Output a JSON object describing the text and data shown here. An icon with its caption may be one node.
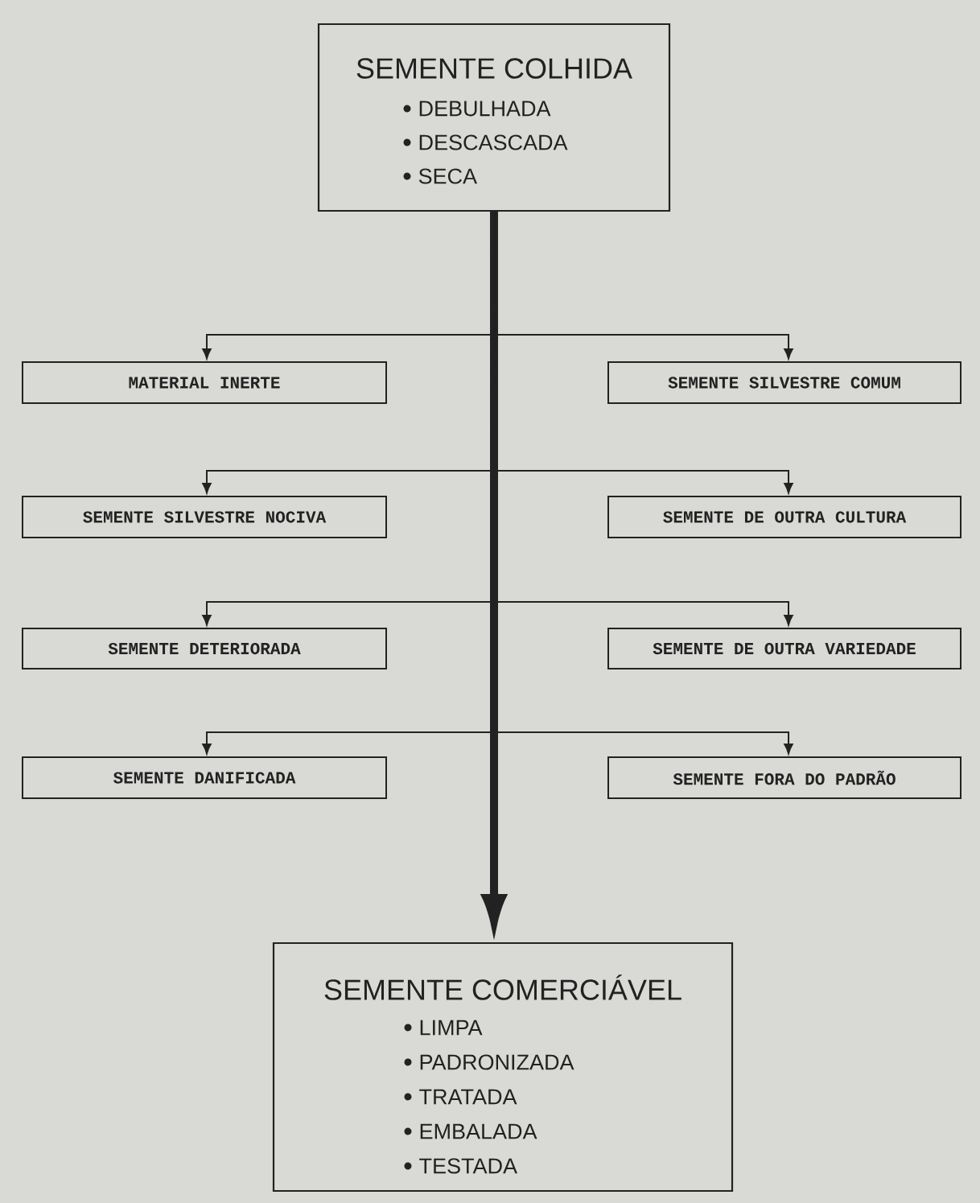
{
  "diagram": {
    "nodes": [
      {
        "text": [
          "SEMENTE COLHIDA",
          "DEBULHADA",
          "DESCASCADA",
          "SECA"
        ]
      },
      {
        "text": [
          "MATERIAL INERTE"
        ]
      },
      {
        "text": [
          "SEMENTE SILVESTRE COMUM"
        ]
      },
      {
        "text": [
          "SEMENTE SILVESTRE NOCIVA"
        ]
      },
      {
        "text": [
          "SEMENTE DE OUTRA CULTURA"
        ]
      },
      {
        "text": [
          "SEMENTE DETERIORADA"
        ]
      },
      {
        "text": [
          "SEMENTE DE OUTRA VARIEDADE"
        ]
      },
      {
        "text": [
          "SEMENTE DANIFICADA"
        ]
      },
      {
        "text": [
          "SEMENTE FORA DO PADRÃO"
        ]
      },
      {
        "text": [
          "SEMENTE COMERCIÁVEL",
          "LIMPA",
          "PADRONIZADA",
          "TRATADA",
          "EMBALADA",
          "TESTADA"
        ]
      }
    ],
    "edges": [
      {
        "from": 0,
        "to": 9,
        "arrow": "to",
        "style": "thick"
      },
      {
        "from": 0,
        "to": 1,
        "arrow": "to"
      },
      {
        "from": 0,
        "to": 2,
        "arrow": "to"
      },
      {
        "from": 0,
        "to": 3,
        "arrow": "to"
      },
      {
        "from": 0,
        "to": 4,
        "arrow": "to"
      },
      {
        "from": 0,
        "to": 5,
        "arrow": "to"
      },
      {
        "from": 0,
        "to": 6,
        "arrow": "to"
      },
      {
        "from": 0,
        "to": 7,
        "arrow": "to"
      },
      {
        "from": 0,
        "to": 8,
        "arrow": "to"
      }
    ]
  }
}
